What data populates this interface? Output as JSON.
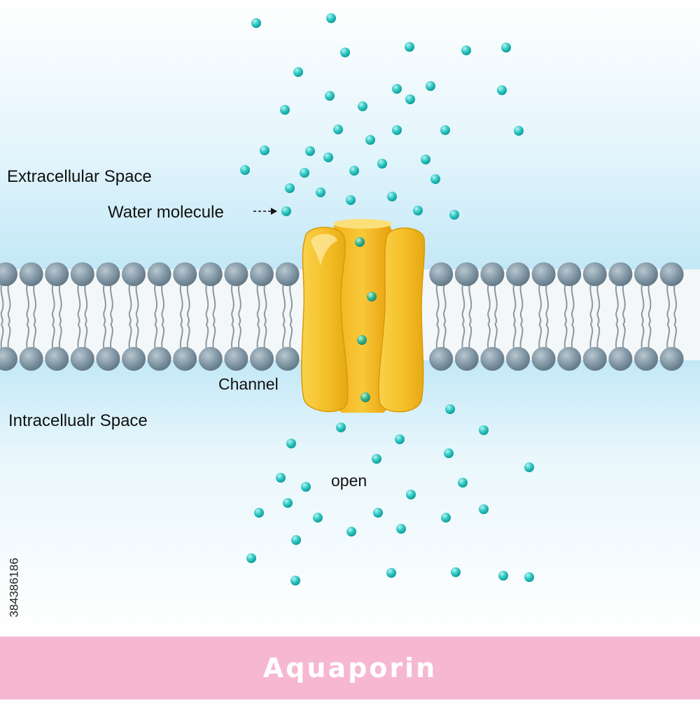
{
  "labels": {
    "extracellular": "Extracellular Space",
    "water_molecule": "Water molecule",
    "channel": "Channel",
    "intracellular": "Intracellualr Space",
    "state": "open"
  },
  "footer": {
    "title": "Aquaporin"
  },
  "stock_id": "384386186",
  "colors": {
    "background_top": "#dff3fb",
    "membrane_band": "#bfe6f6",
    "lipid_head": "#7f95a3",
    "lipid_tail": "#8a98a2",
    "water": "#2ec8c4",
    "channel_outer": "#f6c12a",
    "channel_inner": "#f0a90c",
    "footer_band": "#f5b8d0"
  },
  "icons": [
    "water-molecule-icon",
    "arrow-right-icon",
    "aquaporin-channel-icon",
    "phospholipid-icon"
  ]
}
